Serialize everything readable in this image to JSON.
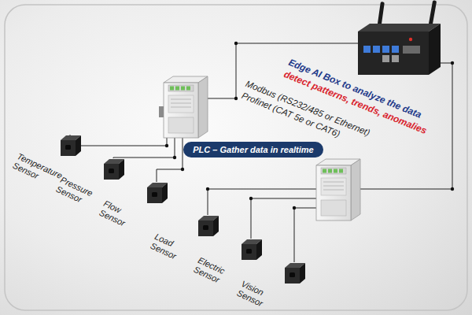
{
  "diagram": {
    "nodes": [
      {
        "text": [
          "Edge AI Box to analyze the data",
          "detect patterns, trends, anomalies"
        ]
      },
      {
        "text": [
          "PLC – Gather data in realtime"
        ]
      },
      {
        "text": [
          "Temperature Sensor"
        ]
      },
      {
        "text": [
          "Pressure Sensor"
        ]
      },
      {
        "text": [
          "Flow Sensor"
        ]
      },
      {
        "text": [
          "Load Sensor"
        ]
      },
      {
        "text": [
          "Electric Sensor"
        ]
      },
      {
        "text": [
          "Vision Sensor"
        ]
      }
    ],
    "labels": [
      "Modbus (RS232/485 or Ethernet)",
      "Profinet (CAT 5e or CAT6)"
    ]
  }
}
